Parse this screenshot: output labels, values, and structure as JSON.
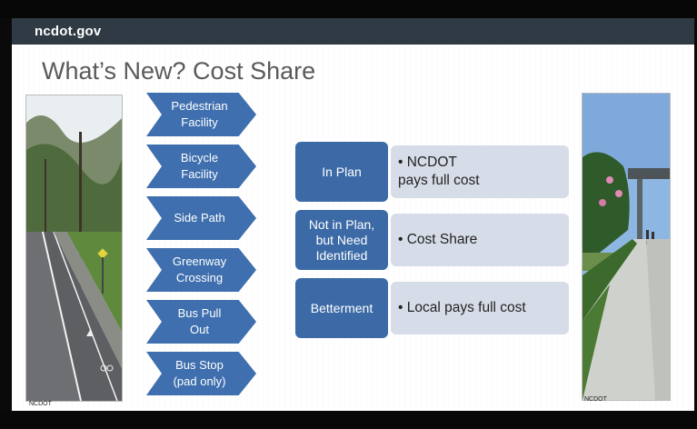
{
  "site": {
    "brand": "ncdot.gov"
  },
  "slide": {
    "title": "What’s New? Cost Share"
  },
  "chevrons": [
    {
      "label": "Pedestrian\nFacility"
    },
    {
      "label": "Bicycle\nFacility"
    },
    {
      "label": "Side Path"
    },
    {
      "label": "Greenway\nCrossing"
    },
    {
      "label": "Bus Pull\nOut"
    },
    {
      "label": "Bus Stop\n(pad only)"
    }
  ],
  "rows": [
    {
      "label": "In Plan",
      "text": "• NCDOT\n   pays full cost"
    },
    {
      "label": "Not in Plan,\nbut Need\nIdentified",
      "text": "• Cost Share"
    },
    {
      "label": "Betterment",
      "text": "• Local pays full cost"
    }
  ],
  "photos": {
    "left_credit": "NCDOT",
    "right_credit": "NCDOT"
  },
  "colors": {
    "accent": "#3f6fae",
    "header": "#2f3a44",
    "row_bg": "#d7dde8"
  }
}
